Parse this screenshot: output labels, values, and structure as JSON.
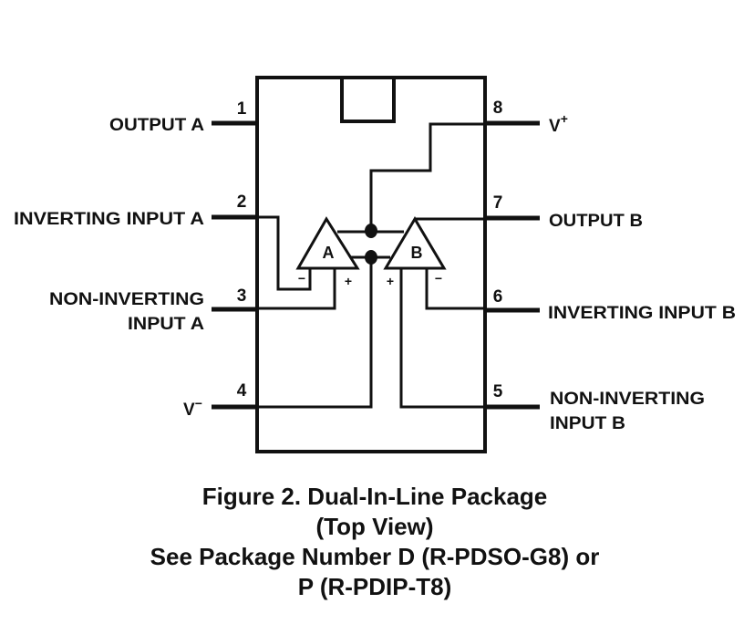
{
  "pins": {
    "left": [
      {
        "number": "1",
        "label_lines": [
          "OUTPUT A"
        ]
      },
      {
        "number": "2",
        "label_lines": [
          "INVERTING INPUT A"
        ]
      },
      {
        "number": "3",
        "label_lines": [
          "NON-INVERTING",
          "INPUT A"
        ]
      },
      {
        "number": "4",
        "label_lines": [
          "V",
          "−"
        ]
      }
    ],
    "right": [
      {
        "number": "8",
        "label_lines": [
          "V",
          "+"
        ]
      },
      {
        "number": "7",
        "label_lines": [
          "OUTPUT B"
        ]
      },
      {
        "number": "6",
        "label_lines": [
          "INVERTING INPUT B"
        ]
      },
      {
        "number": "5",
        "label_lines": [
          "NON-INVERTING",
          "INPUT B"
        ]
      }
    ]
  },
  "amplifiers": {
    "a": {
      "label": "A",
      "minus": "−",
      "plus": "+"
    },
    "b": {
      "label": "B",
      "minus": "−",
      "plus": "+"
    }
  },
  "caption": [
    "Figure 2. Dual-In-Line Package",
    "(Top View)",
    "See Package Number D (R-PDSO-G8) or",
    "P (R-PDIP-T8)"
  ]
}
